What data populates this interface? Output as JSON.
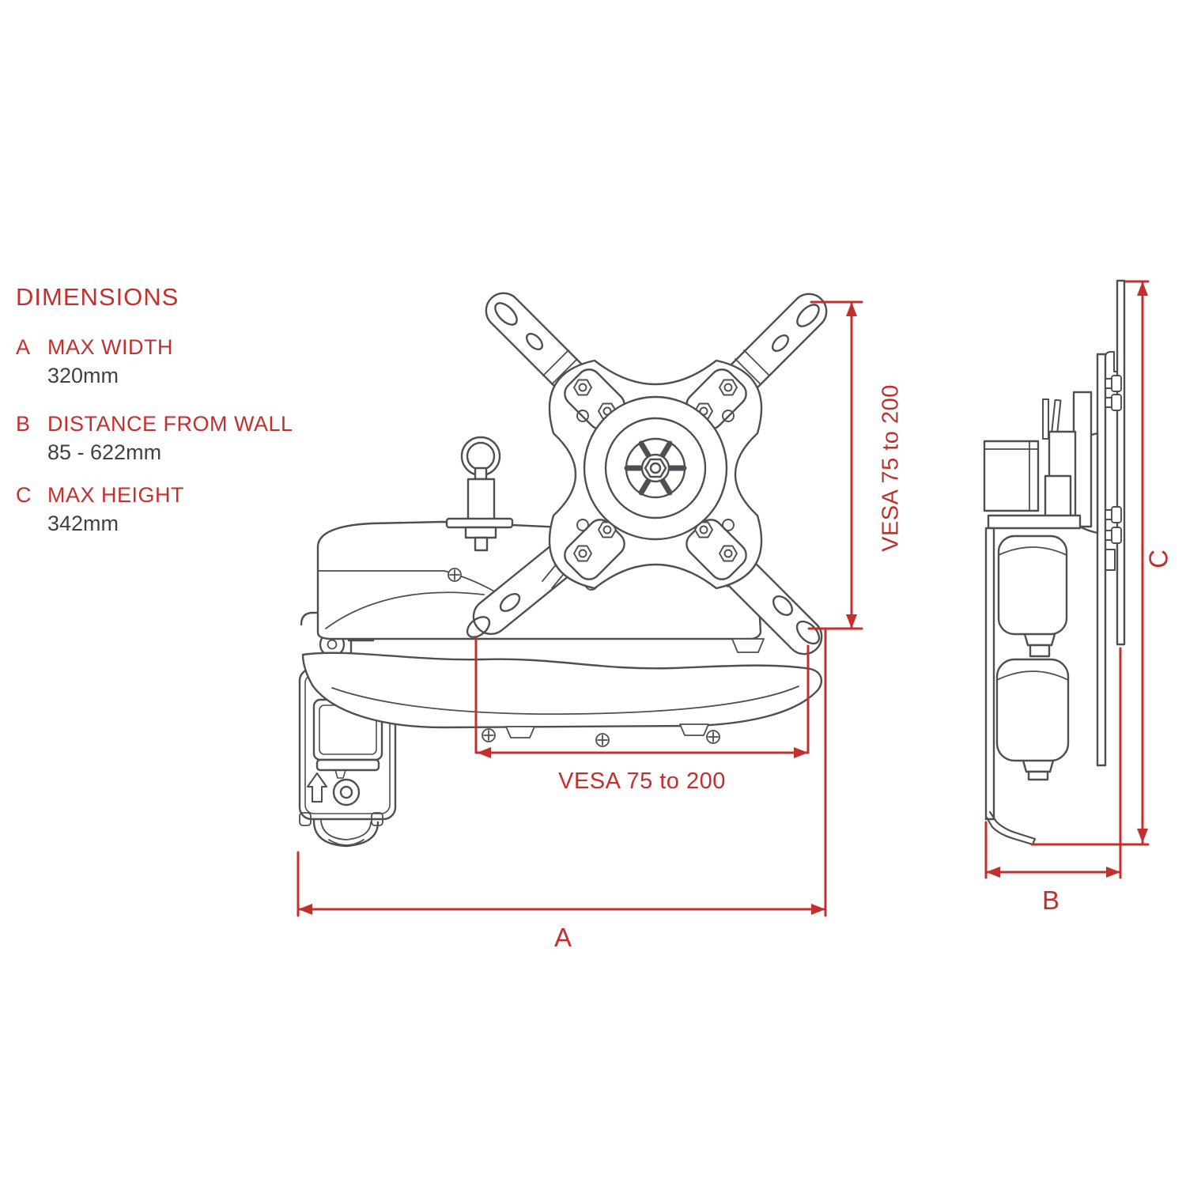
{
  "palette": {
    "red": "#c2302e",
    "ink": "#4e4f52",
    "text_dark": "#414042",
    "bg": "#ffffff"
  },
  "legend": {
    "title": "DIMENSIONS",
    "items": [
      {
        "key": "A",
        "label": "MAX WIDTH",
        "value": "320mm"
      },
      {
        "key": "B",
        "label": "DISTANCE FROM WALL",
        "value": "85 - 622mm"
      },
      {
        "key": "C",
        "label": "MAX HEIGHT",
        "value": "342mm"
      }
    ]
  },
  "dims": {
    "a": "A",
    "b": "B",
    "c": "C",
    "vesa_horizontal": "VESA 75 to 200",
    "vesa_vertical": "VESA 75 to 200"
  },
  "icons": {
    "wall_plate_direction": "arrow-up-icon"
  }
}
